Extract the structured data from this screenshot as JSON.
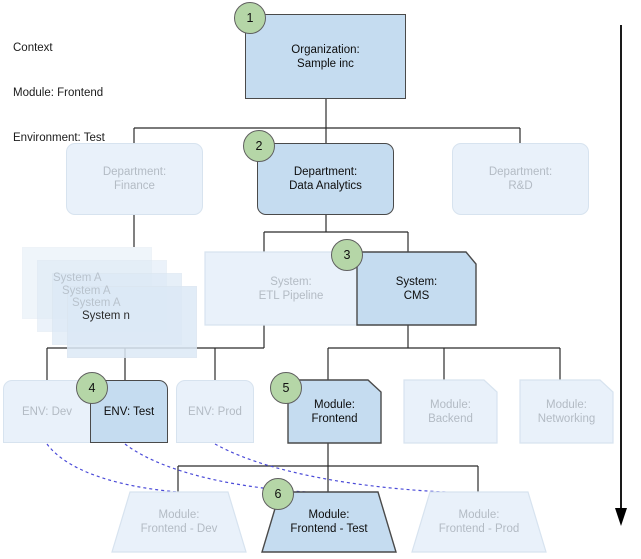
{
  "context": {
    "title": "Context",
    "lines": [
      "Context",
      "Module: Frontend",
      "Environment: Test"
    ]
  },
  "colors": {
    "active_fill": "#c5dcf0",
    "faded_fill": "#e9f1fa",
    "active_stroke": "#4a4a4a",
    "faded_stroke": "#d7e3ef",
    "badge_fill": "#b5d6a7",
    "badge_stroke": "#5f5f5f",
    "active_text": "#0d0d0d",
    "faded_text": "#b3bbc4",
    "dashed_link": "#4b4bd8",
    "flow_arrow": "#000000"
  },
  "levels": {
    "organization": {
      "nodes": [
        {
          "label": "Organization:\nSample inc",
          "state": "active",
          "badge": "1"
        }
      ]
    },
    "department": {
      "nodes": [
        {
          "label": "Department:\nFinance",
          "state": "faded",
          "badge": null
        },
        {
          "label": "Department:\nData Analytics",
          "state": "active",
          "badge": "2"
        },
        {
          "label": "Department:\nR&D",
          "state": "faded",
          "badge": null
        }
      ]
    },
    "system": {
      "stack": {
        "labels": [
          "System A",
          "System A",
          "System A",
          "System n"
        ],
        "count": 4
      },
      "nodes": [
        {
          "label": "System:\nETL Pipeline",
          "state": "faded",
          "badge": null
        },
        {
          "label": "System:\nCMS",
          "state": "active",
          "badge": "3"
        }
      ]
    },
    "environment": {
      "nodes": [
        {
          "label": "ENV: Dev",
          "state": "faded",
          "badge": null
        },
        {
          "label": "ENV: Test",
          "state": "active",
          "badge": "4"
        },
        {
          "label": "ENV: Prod",
          "state": "faded",
          "badge": null
        }
      ]
    },
    "module": {
      "nodes": [
        {
          "label": "Module:\nFrontend",
          "state": "active",
          "badge": "5"
        },
        {
          "label": "Module:\nBackend",
          "state": "faded",
          "badge": null
        },
        {
          "label": "Module:\nNetworking",
          "state": "faded",
          "badge": null
        }
      ]
    },
    "instance": {
      "nodes": [
        {
          "label": "Module:\nFrontend - Dev",
          "state": "faded",
          "badge": null
        },
        {
          "label": "Module:\nFrontend - Test",
          "state": "active",
          "badge": "6"
        },
        {
          "label": "Module:\nFrontend - Prod",
          "state": "faded",
          "badge": null
        }
      ]
    }
  },
  "badges": [
    "1",
    "2",
    "3",
    "4",
    "5",
    "6"
  ]
}
